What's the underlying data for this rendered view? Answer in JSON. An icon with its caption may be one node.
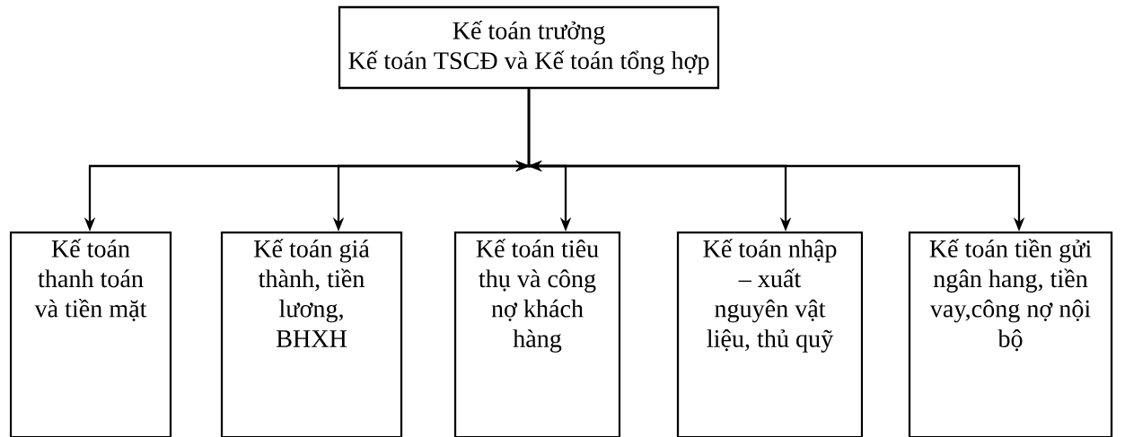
{
  "diagram": {
    "nodes": [
      {
        "text": [
          "Kế toán trưởng",
          "Kế toán TSCĐ và Kế toán tổng hợp"
        ]
      },
      {
        "text": [
          "Kế toán thanh toán và tiền mặt"
        ]
      },
      {
        "text": [
          "Kế toán giá thành, tiền lương, BHXH"
        ]
      },
      {
        "text": [
          "Kế toán tiêu thụ và công nợ khách hàng"
        ]
      },
      {
        "text": [
          "Kế toán nhập – xuất nguyên vật liệu, thủ quỹ"
        ]
      },
      {
        "text": [
          "Kế toán tiền gửi ngân hang, tiền vay,công nợ nội bộ"
        ]
      }
    ],
    "edges": [
      {
        "from": 0,
        "to": 1,
        "arrow": "to"
      },
      {
        "from": 0,
        "to": 2,
        "arrow": "to"
      },
      {
        "from": 0,
        "to": 3,
        "arrow": "to"
      },
      {
        "from": 0,
        "to": 4,
        "arrow": "to"
      },
      {
        "from": 0,
        "to": 5,
        "arrow": "to"
      }
    ]
  }
}
